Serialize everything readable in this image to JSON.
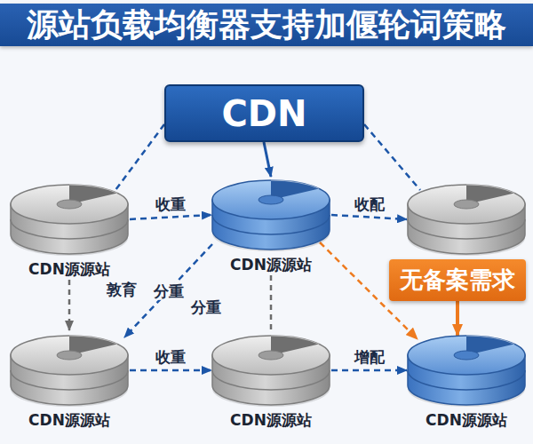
{
  "diagram": {
    "title": "源站负载均衡器支持加偃轮词策略",
    "nodes": [
      {
        "text": [
          "CDN"
        ]
      },
      {
        "text": [
          "CDN源源站"
        ]
      },
      {
        "text": [
          "CDN源源站"
        ]
      },
      {
        "text": []
      },
      {
        "text": [
          "无备案需求"
        ]
      },
      {
        "text": [
          "CDN源源站"
        ]
      },
      {
        "text": [
          "CDN源源站"
        ]
      },
      {
        "text": [
          "CDN源源站"
        ]
      }
    ],
    "edges": [
      {
        "from": 0,
        "to": 2,
        "arrow": "to"
      },
      {
        "from": 0,
        "to": 1,
        "arrow": "none"
      },
      {
        "from": 0,
        "to": 3,
        "arrow": "none"
      },
      {
        "from": 1,
        "to": 2,
        "label": "收重",
        "arrow": "to"
      },
      {
        "from": 2,
        "to": 3,
        "label": "收配",
        "arrow": "to"
      },
      {
        "from": 1,
        "to": 5,
        "arrow": "to"
      },
      {
        "from": 2,
        "to": 5,
        "label": "分重",
        "arrow": "to"
      },
      {
        "from": 2,
        "to": 6,
        "arrow": "none"
      },
      {
        "from": 2,
        "to": 7,
        "arrow": "to"
      },
      {
        "from": 4,
        "to": 7,
        "arrow": "to"
      },
      {
        "from": 5,
        "to": 6,
        "label": "收重",
        "arrow": "to"
      },
      {
        "from": 6,
        "to": 7,
        "label": "增配",
        "arrow": "to"
      }
    ],
    "labels": [
      "敦育",
      "分重"
    ]
  }
}
